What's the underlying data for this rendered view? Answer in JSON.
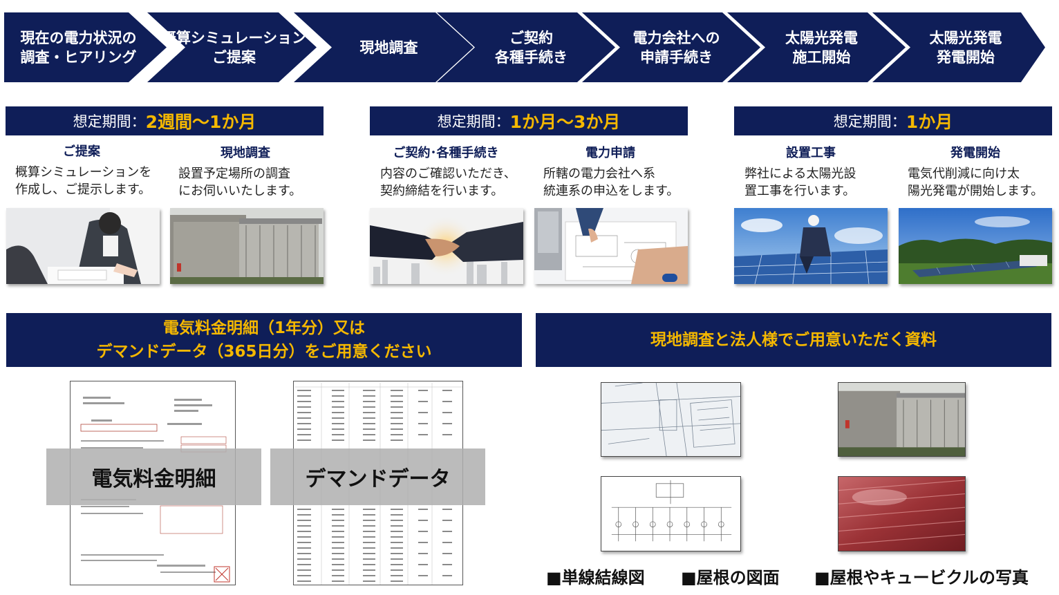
{
  "process": {
    "steps": [
      {
        "label": "現在の電力状況の\n調査・ヒアリング"
      },
      {
        "label": "概算シミュレーション\nご提案"
      },
      {
        "label": "現地調査"
      },
      {
        "label": "ご契約\n各種手続き"
      },
      {
        "label": "電力会社への\n申請手続き"
      },
      {
        "label": "太陽光発電\n施工開始"
      },
      {
        "label": "太陽光発電\n発電開始"
      }
    ]
  },
  "phases": [
    {
      "period_label": "想定期間：",
      "period_value": "2週間～1か月",
      "items": [
        {
          "title": "ご提案",
          "desc": "概算シミュレーションを\n作成し、ご提示します。",
          "photo": "business-meeting-photo"
        },
        {
          "title": "現地調査",
          "desc": "設置予定場所の調査\nにお伺いいたします。",
          "photo": "cubicle-photo"
        }
      ]
    },
    {
      "period_label": "想定期間：",
      "period_value": "1か月～3か月",
      "items": [
        {
          "title": "ご契約･各種手続き",
          "desc": "内容のご確認いただき、\n契約締結を行います。",
          "photo": "handshake-photo"
        },
        {
          "title": "電力申請",
          "desc": "所轄の電力会社へ系\n統連系の申込をします。",
          "photo": "blueprint-writing-photo"
        }
      ]
    },
    {
      "period_label": "想定期間：",
      "period_value": "1か月",
      "items": [
        {
          "title": "設置工事",
          "desc": "弊社による太陽光設\n置工事を行います。",
          "photo": "solar-installation-photo"
        },
        {
          "title": "発電開始",
          "desc": "電気代削減に向け太\n陽光発電が開始します。",
          "photo": "solar-farm-photo"
        }
      ]
    }
  ],
  "left_section": {
    "banner": "電気料金明細（1年分）又は\nデマンドデータ（365日分）をご用意ください",
    "doc1_label": "電気料金明細",
    "doc2_label": "デマンドデータ"
  },
  "right_section": {
    "banner": "現地調査と法人様でご用意いただく資料",
    "captions": [
      "■単線結線図",
      "■屋根の図面",
      "■屋根やキュービクルの写真"
    ]
  },
  "colors": {
    "navy": "#0f1e58",
    "accent": "#f5b800"
  }
}
